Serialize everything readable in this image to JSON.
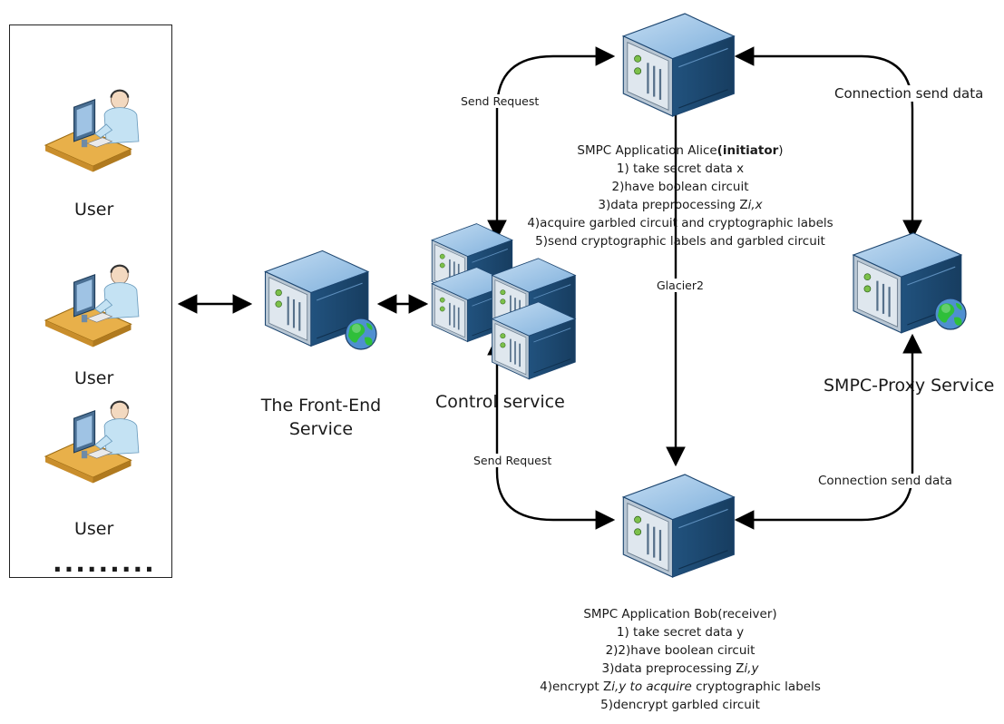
{
  "users": {
    "labels": [
      "User",
      "User",
      "User"
    ],
    "ellipsis": "........."
  },
  "front_end": {
    "line1": "The Front-End",
    "line2": "Service"
  },
  "control": {
    "label": "Control service"
  },
  "proxy": {
    "label": "SMPC-Proxy Service"
  },
  "edges": {
    "send_request_top": "Send Request",
    "send_request_bottom": "Send Request",
    "connection_top": "Connection send data",
    "connection_bottom": "Connection send data",
    "glacier": "Glacier2"
  },
  "alice": {
    "title_prefix": "SMPC Application Alice",
    "title_bold": "(initiator",
    "title_suffix": ")",
    "steps": [
      "1) take secret data x",
      "2)have boolean circuit",
      "3)data preproocessing Z",
      "4)acquire garbled circuit and cryptographic labels",
      "5)send cryptographic labels and garbled circuit"
    ],
    "step3_italic": "i,x"
  },
  "bob": {
    "title": "SMPC Application Bob(receiver)",
    "steps": [
      "1) take secret data y",
      "2)2)have boolean circuit",
      "3)data preprocessing Z",
      "4)encrypt Z",
      "5)dencrypt garbled circuit"
    ],
    "step3_italic": "i,y",
    "step4_italic": "i,y to acquire",
    "step4_suffix": " cryptographic labels"
  },
  "colors": {
    "server_dark": "#1f4f7a",
    "server_mid": "#3d7bb2",
    "server_light": "#a9c9e6",
    "globe_land": "#2fbf3a",
    "globe_sea": "#4f8fd0",
    "desk": "#e8b04a"
  }
}
